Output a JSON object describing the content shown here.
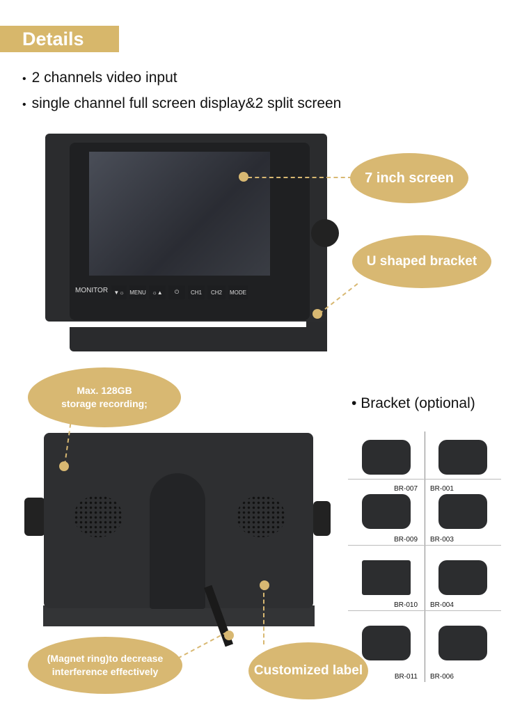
{
  "header": {
    "title": "Details"
  },
  "bullets": [
    "2 channels video input",
    "single channel full screen display&2 split screen"
  ],
  "monitor_front": {
    "brand": "MONITOR",
    "buttons": [
      "▼☼",
      "MENU",
      "☼▲",
      "⏻",
      "CH1",
      "CH2",
      "MODE"
    ]
  },
  "callouts": {
    "screen": "7 inch screen",
    "bracket": "U shaped bracket",
    "storage": [
      "Max. 128GB",
      "storage recording;"
    ],
    "magnet": [
      "(Magnet ring)to decrease",
      "interference effectively"
    ],
    "label": "Customized label"
  },
  "brackets": {
    "title": "Bracket (optional)",
    "items": [
      "BR-007",
      "BR-001",
      "BR-009",
      "BR-003",
      "BR-010",
      "BR-004",
      "BR-011",
      "BR-006"
    ]
  },
  "colors": {
    "accent": "#d8b872"
  }
}
